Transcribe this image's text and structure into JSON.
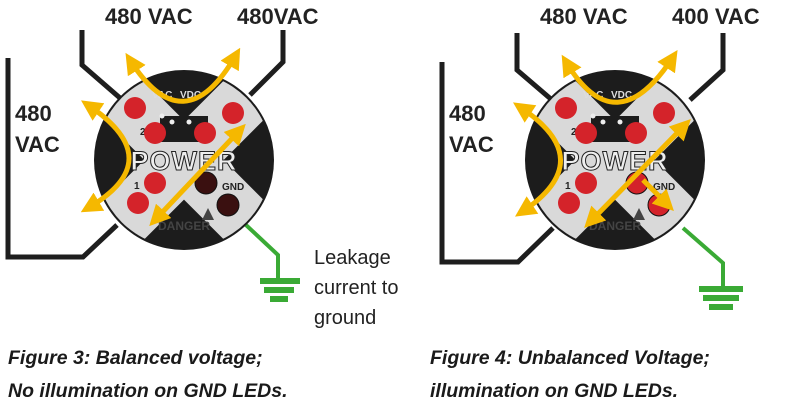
{
  "colors": {
    "arrow": "#f5b800",
    "wire": "#1e1e1e",
    "ground": "#3aaa35",
    "led_on": "#d4232a",
    "led_off": "#3a1010",
    "device_body": "#1c1c1c",
    "device_band": "#d9d9d9"
  },
  "device_labels": {
    "vac": "VAC",
    "vdc": "VDC",
    "power": "POWER",
    "danger": "DANGER",
    "gnd": "GND",
    "phase1": "1",
    "phase2": "2"
  },
  "figure3": {
    "top_left_label": "480 VAC",
    "top_right_label": "480VAC",
    "left_label_line1": "480",
    "left_label_line2": "VAC",
    "leakage_line1": "Leakage",
    "leakage_line2": "current to",
    "leakage_line3": "ground",
    "caption_line1": "Figure 3: Balanced voltage;",
    "caption_line2": "No illumination on GND LEDs.",
    "gnd_leds_lit": false
  },
  "figure4": {
    "top_left_label": "480 VAC",
    "top_right_label": "400 VAC",
    "left_label_line1": "480",
    "left_label_line2": "VAC",
    "caption_line1": "Figure 4: Unbalanced Voltage;",
    "caption_line2": "illumination on GND LEDs.",
    "gnd_leds_lit": true
  }
}
